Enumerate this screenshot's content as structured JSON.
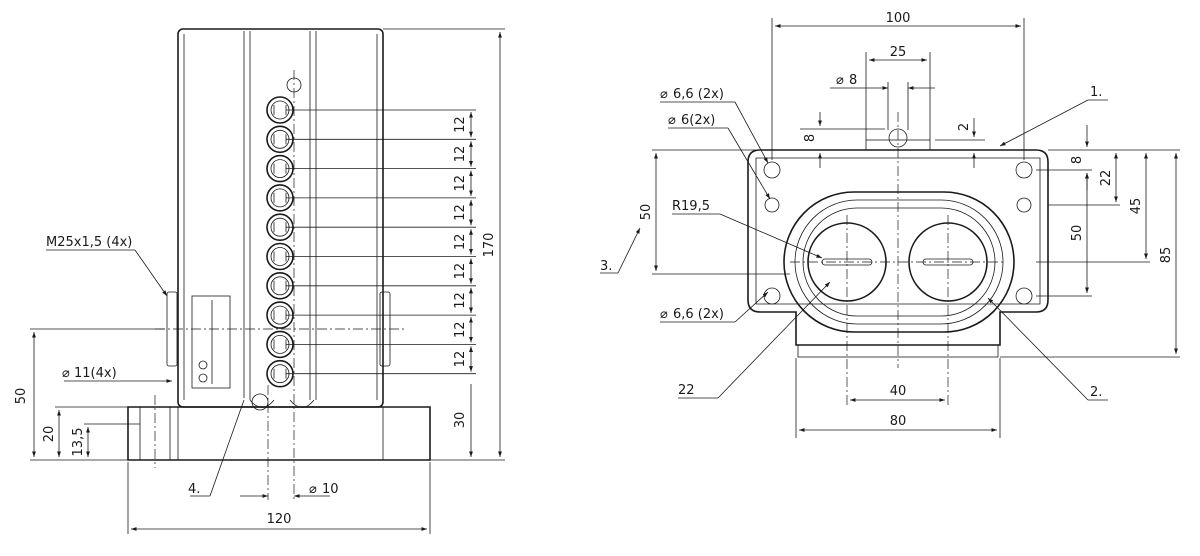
{
  "side_view": {
    "dimensions": {
      "m25": "M25x1,5 (4x)",
      "d11": "11(4x)",
      "h50": "50",
      "h20": "20",
      "h13_5": "13,5",
      "w120": "120",
      "d10": "10",
      "h30": "30",
      "h170": "170",
      "pitch": "12"
    },
    "callout_4": "4."
  },
  "top_view": {
    "dimensions": {
      "w100": "100",
      "w25": "25",
      "d8": "8",
      "d6_6_top": "6,6 (2x)",
      "d6": "6(2x)",
      "r19_5": "R19,5",
      "h50_left": "50",
      "d6_6_bottom": "6,6 (2x)",
      "r22": "22",
      "w40": "40",
      "w80": "80",
      "v8": "8",
      "v2": "2",
      "r8": "8",
      "r45": "45",
      "r50": "50",
      "r85": "85"
    },
    "callouts": {
      "c1": "1.",
      "c2": "2.",
      "c3": "3."
    }
  },
  "symbols": {
    "diameter": "⌀"
  }
}
